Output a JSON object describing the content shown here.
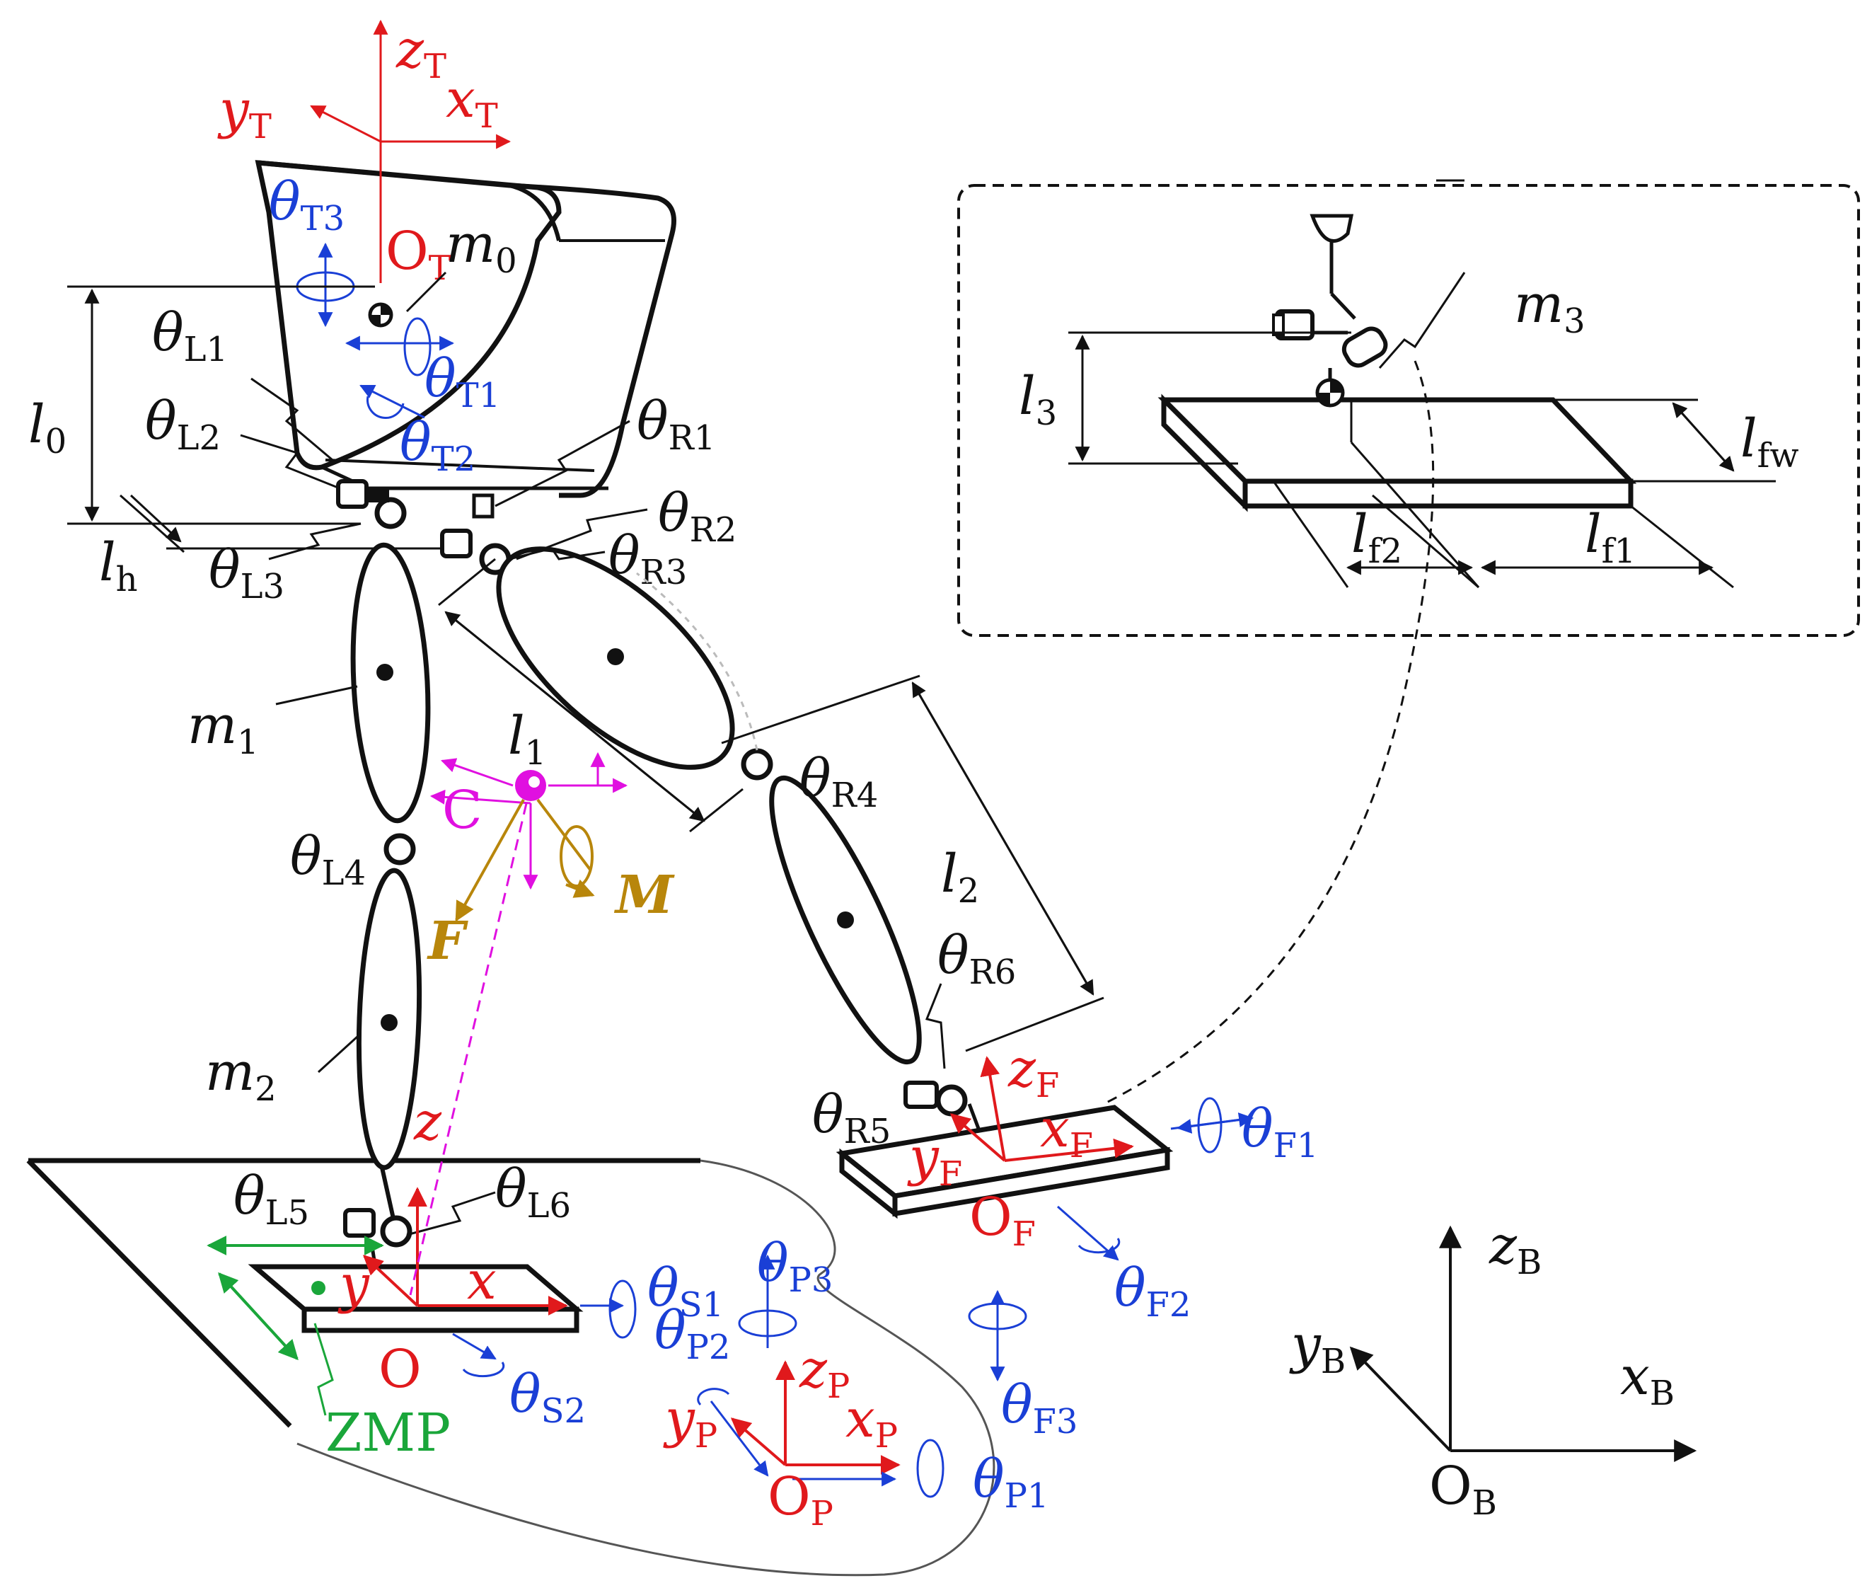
{
  "colors": {
    "red": "#e0191c",
    "blue": "#1a3fd6",
    "magenta": "#e010e0",
    "gold": "#b8860b",
    "green": "#1aa63a",
    "black": "#111111"
  },
  "torso_frame": {
    "z": "z",
    "z_sub": "T",
    "x": "x",
    "x_sub": "T",
    "y": "y",
    "y_sub": "T",
    "origin": "O",
    "origin_sub": "T"
  },
  "torso_angles": {
    "t3": {
      "sym": "θ",
      "sub": "T3"
    },
    "t1": {
      "sym": "θ",
      "sub": "T1"
    },
    "t2": {
      "sym": "θ",
      "sub": "T2"
    }
  },
  "masses": {
    "m0": {
      "sym": "m",
      "sub": "0"
    },
    "m1": {
      "sym": "m",
      "sub": "1"
    },
    "m2": {
      "sym": "m",
      "sub": "2"
    },
    "m3": {
      "sym": "m",
      "sub": "3"
    }
  },
  "lengths": {
    "l0": {
      "sym": "l",
      "sub": "0"
    },
    "lh": {
      "sym": "l",
      "sub": "h"
    },
    "l1": {
      "sym": "l",
      "sub": "1"
    },
    "l2": {
      "sym": "l",
      "sub": "2"
    },
    "l3": {
      "sym": "l",
      "sub": "3"
    },
    "lfw": {
      "sym": "l",
      "sub": "fw"
    },
    "lf2": {
      "sym": "l",
      "sub": "f2"
    },
    "lf1": {
      "sym": "l",
      "sub": "f1"
    }
  },
  "left_joints": {
    "L1": {
      "sym": "θ",
      "sub": "L1"
    },
    "L2": {
      "sym": "θ",
      "sub": "L2"
    },
    "L3": {
      "sym": "θ",
      "sub": "L3"
    },
    "L4": {
      "sym": "θ",
      "sub": "L4"
    },
    "L5": {
      "sym": "θ",
      "sub": "L5"
    },
    "L6": {
      "sym": "θ",
      "sub": "L6"
    }
  },
  "right_joints": {
    "R1": {
      "sym": "θ",
      "sub": "R1"
    },
    "R2": {
      "sym": "θ",
      "sub": "R2"
    },
    "R3": {
      "sym": "θ",
      "sub": "R3"
    },
    "R4": {
      "sym": "θ",
      "sub": "R4"
    },
    "R5": {
      "sym": "θ",
      "sub": "R5"
    },
    "R6": {
      "sym": "θ",
      "sub": "R6"
    }
  },
  "com": {
    "label": "C",
    "force": "F",
    "moment": "M"
  },
  "stance_frame": {
    "z": "z",
    "x": "x",
    "y": "y",
    "origin": "O",
    "zmp": "ZMP"
  },
  "stance_angles": {
    "s1": {
      "sym": "θ",
      "sub": "S1"
    },
    "s2": {
      "sym": "θ",
      "sub": "S2"
    }
  },
  "platform_frame": {
    "z": "z",
    "z_sub": "P",
    "x": "x",
    "x_sub": "P",
    "y": "y",
    "y_sub": "P",
    "origin": "O",
    "origin_sub": "P"
  },
  "platform_angles": {
    "p1": {
      "sym": "θ",
      "sub": "P1"
    },
    "p2": {
      "sym": "θ",
      "sub": "P2"
    },
    "p3": {
      "sym": "θ",
      "sub": "P3"
    }
  },
  "foot_frame": {
    "z": "z",
    "z_sub": "F",
    "x": "x",
    "x_sub": "F",
    "y": "y",
    "y_sub": "F",
    "origin": "O",
    "origin_sub": "F"
  },
  "foot_angles": {
    "f1": {
      "sym": "θ",
      "sub": "F1"
    },
    "f2": {
      "sym": "θ",
      "sub": "F2"
    },
    "f3": {
      "sym": "θ",
      "sub": "F3"
    }
  },
  "base_frame": {
    "z": "z",
    "z_sub": "B",
    "x": "x",
    "x_sub": "B",
    "y": "y",
    "y_sub": "B",
    "origin": "O",
    "origin_sub": "B"
  }
}
